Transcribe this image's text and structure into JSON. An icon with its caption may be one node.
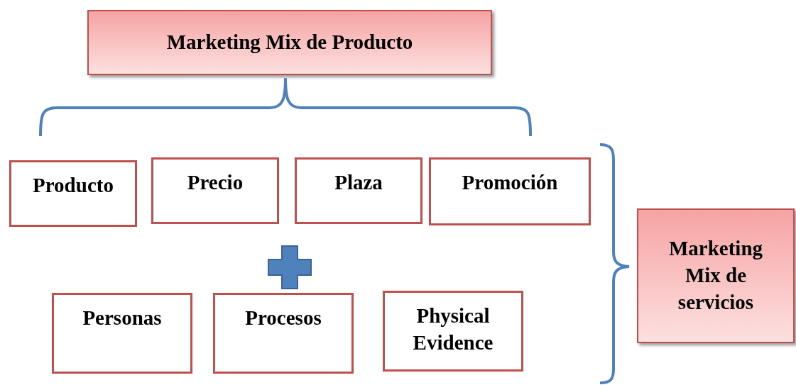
{
  "diagram": {
    "nodes": [
      {
        "text": [
          "Marketing Mix de Producto"
        ]
      },
      {
        "text": [
          "Producto"
        ]
      },
      {
        "text": [
          "Precio"
        ]
      },
      {
        "text": [
          "Plaza"
        ]
      },
      {
        "text": [
          "Promoción"
        ]
      },
      {
        "text": [
          "Personas"
        ]
      },
      {
        "text": [
          "Procesos"
        ]
      },
      {
        "text": [
          "Physical Evidence"
        ]
      },
      {
        "text": [
          "Marketing Mix de servicios"
        ]
      }
    ]
  }
}
